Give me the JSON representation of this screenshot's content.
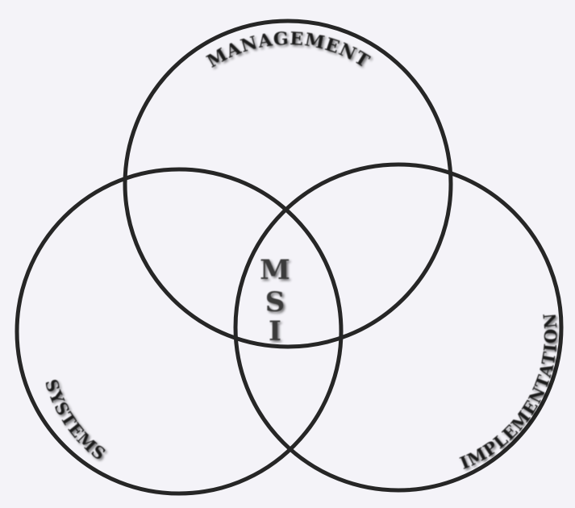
{
  "diagram": {
    "type": "venn",
    "circle_count": 3,
    "background_color": "#f4f3f8",
    "stroke_color": "#262626",
    "text_color": "#1e1e1e",
    "circles": [
      {
        "id": "management",
        "label": "MANAGEMENT",
        "position": "top"
      },
      {
        "id": "systems",
        "label": "SYSTEMS",
        "position": "bottom-left"
      },
      {
        "id": "implementation",
        "label": "IMPLEMENTATION",
        "position": "bottom-right"
      }
    ],
    "center": {
      "letters": [
        "M",
        "S",
        "I"
      ]
    }
  }
}
